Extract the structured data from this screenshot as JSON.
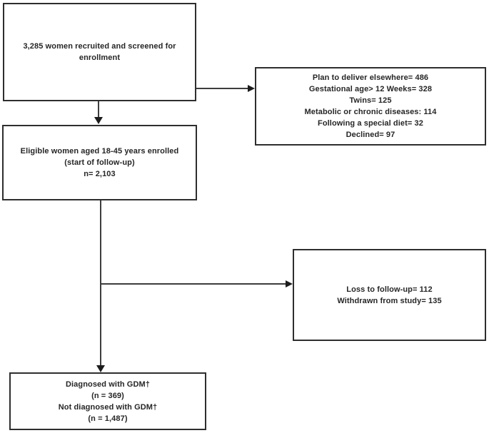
{
  "colors": {
    "background": "#ffffff",
    "box_border": "#2e2e2e",
    "connector_line": "#3d3d3d",
    "arrowhead": "#1c1c1c",
    "text": "#262626"
  },
  "boxes": {
    "recruited": {
      "text": "3,285 women recruited and screened for\nenrollment"
    },
    "exclusions": {
      "text": "Plan to deliver elsewhere= 486\nGestational age> 12 Weeks= 328\nTwins= 125\nMetabolic or chronic diseases: 114\nFollowing a special diet= 32\nDeclined= 97"
    },
    "eligible": {
      "text": "Eligible women aged 18-45 years enrolled\n(start of follow-up)\nn= 2,103"
    },
    "loss": {
      "text": "Loss to follow-up= 112\nWithdrawn from study= 135"
    },
    "outcome": {
      "text": "Diagnosed with GDM†\n(n = 369)\nNot diagnosed with GDM†\n(n = 1,487)"
    }
  }
}
